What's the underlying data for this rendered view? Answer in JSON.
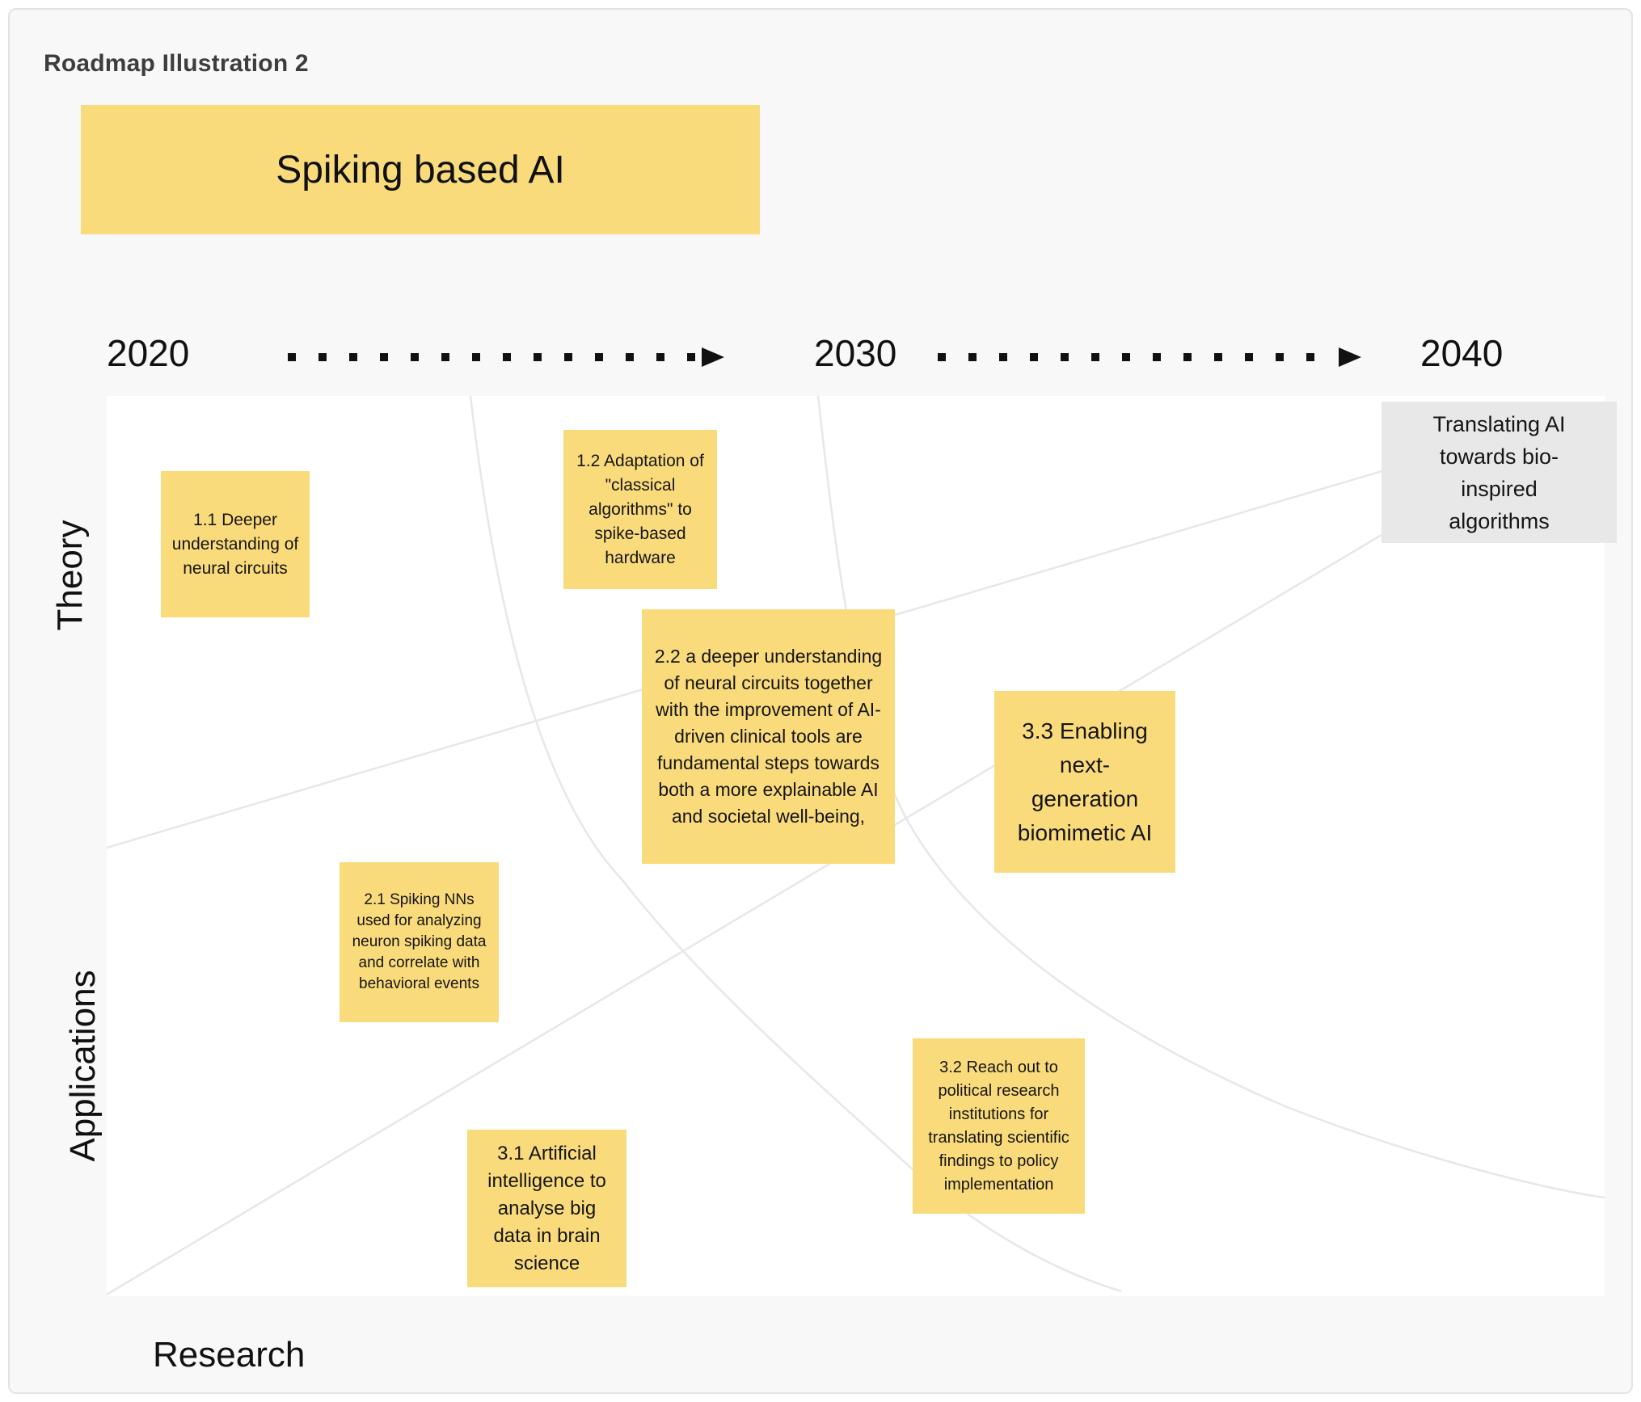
{
  "header": {
    "title": "Roadmap Illustration 2"
  },
  "banner": {
    "label": "Spiking based AI"
  },
  "timeline": {
    "years": [
      "2020",
      "2030",
      "2040"
    ]
  },
  "axes": {
    "vertical_top": "Theory",
    "vertical_bottom": "Applications",
    "horizontal": "Research"
  },
  "notes": [
    {
      "id": "1.1",
      "variant": "yellow",
      "text": "1.1 Deeper understanding of neural circuits"
    },
    {
      "id": "1.2",
      "variant": "yellow",
      "text": "1.2 Adaptation of \"classical algorithms\" to spike-based hardware"
    },
    {
      "id": "2.2",
      "variant": "yellow",
      "text": "2.2 a deeper understanding of neural circuits together with the improvement of AI-driven clinical tools are fundamental steps towards both a more explainable AI and societal well-being,"
    },
    {
      "id": "3.3",
      "variant": "yellow",
      "text": "3.3 Enabling next-generation biomimetic AI"
    },
    {
      "id": "2.1",
      "variant": "yellow",
      "text": "2.1 Spiking NNs used for analyzing neuron spiking data and correlate with behavioral events"
    },
    {
      "id": "3.2",
      "variant": "yellow",
      "text": "3.2 Reach out to political research institutions for translating scientific findings to policy implementation"
    },
    {
      "id": "3.1",
      "variant": "yellow",
      "text": "3.1 Artificial intelligence to analyse big data in brain science"
    },
    {
      "id": "translating-ai",
      "variant": "gray",
      "text": "Translating AI towards bio-inspired algorithms"
    }
  ],
  "colors": {
    "note_yellow": "#FADB7C",
    "note_gray": "#E8E8E8",
    "banner_yellow": "#FADB7C",
    "curve_gray": "#E7E7E7"
  }
}
